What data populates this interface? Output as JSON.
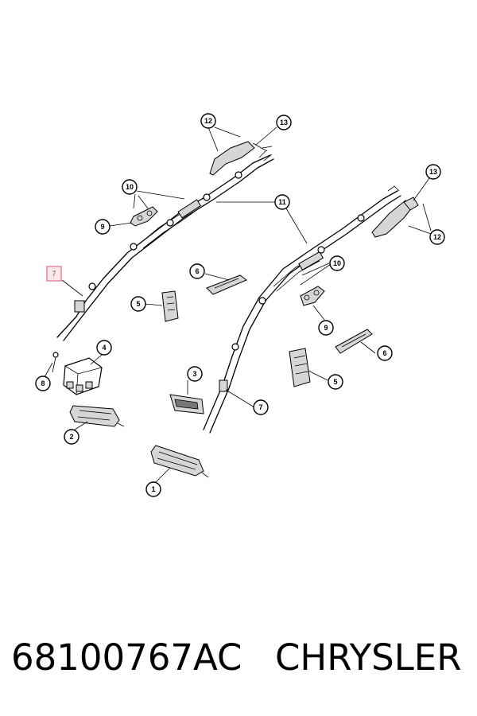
{
  "callouts": [
    {
      "id": "c12a",
      "label": "12"
    },
    {
      "id": "c13a",
      "label": "13"
    },
    {
      "id": "c10a",
      "label": "10"
    },
    {
      "id": "c9a",
      "label": "9"
    },
    {
      "id": "c11",
      "label": "11"
    },
    {
      "id": "c13b",
      "label": "13"
    },
    {
      "id": "c12b",
      "label": "12"
    },
    {
      "id": "c7a",
      "label": "7"
    },
    {
      "id": "c6a",
      "label": "6"
    },
    {
      "id": "c5a",
      "label": "5"
    },
    {
      "id": "c10b",
      "label": "10"
    },
    {
      "id": "c9b",
      "label": "9"
    },
    {
      "id": "c4",
      "label": "4"
    },
    {
      "id": "c8",
      "label": "8"
    },
    {
      "id": "c6b",
      "label": "6"
    },
    {
      "id": "c3",
      "label": "3"
    },
    {
      "id": "c5b",
      "label": "5"
    },
    {
      "id": "c7b",
      "label": "7"
    },
    {
      "id": "c2",
      "label": "2"
    },
    {
      "id": "c1",
      "label": "1"
    }
  ],
  "highlighted_callout": "c7a",
  "footer": {
    "part_number": "68100767AC",
    "brand": "CHRYSLER"
  }
}
